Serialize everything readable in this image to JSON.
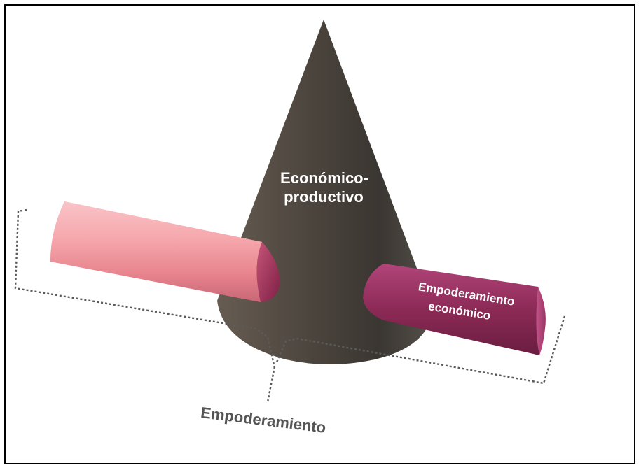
{
  "diagram": {
    "cone_label_line1": "Económico-",
    "cone_label_line2": "productivo",
    "right_cylinder_line1": "Empoderamiento",
    "right_cylinder_line2": "económico",
    "bracket_label": "Empoderamiento"
  },
  "colors": {
    "cone_dark": "#3f3a34",
    "cone_mid": "#5f574e",
    "pink_light": "#f7b2b7",
    "pink_mid": "#e88a92",
    "pink_tip": "#a63a5e",
    "maroon": "#8e2a56",
    "maroon_light": "#b5477a",
    "bracket": "#555555",
    "label_gray": "#555555",
    "text_white": "#ffffff"
  }
}
